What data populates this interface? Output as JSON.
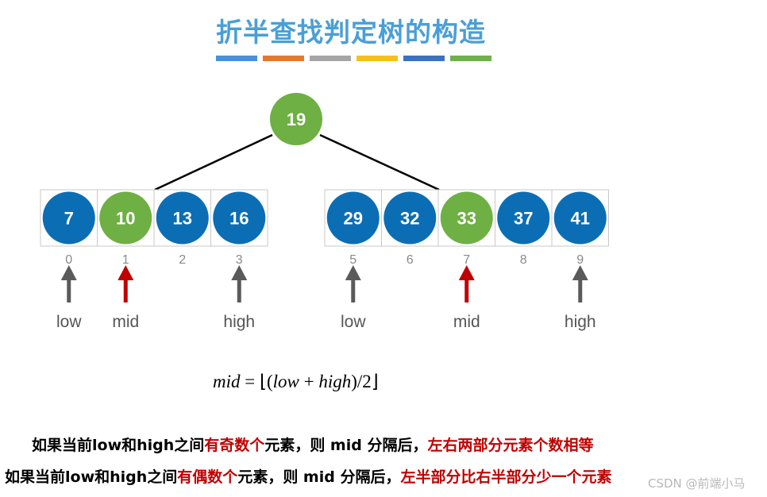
{
  "title": "折半查找判定树的构造",
  "color_bar": [
    "#4a90d9",
    "#e8772e",
    "#a5a5a5",
    "#f5c01a",
    "#3d6fc4",
    "#6fb04c"
  ],
  "colors": {
    "blue_node": "#0b6eb5",
    "green_node": "#6eb043",
    "red_arrow": "#c00000",
    "gray_arrow": "#5a5a5a"
  },
  "root": {
    "label": "19"
  },
  "left_array": {
    "values": [
      "7",
      "10",
      "13",
      "16"
    ],
    "indices": [
      "0",
      "1",
      "2",
      "3"
    ],
    "highlight": 1,
    "pointers": [
      {
        "label": "low",
        "at": 0,
        "color": "gray"
      },
      {
        "label": "mid",
        "at": 1,
        "color": "red"
      },
      {
        "label": "high",
        "at": 3,
        "color": "gray"
      }
    ]
  },
  "right_array": {
    "values": [
      "29",
      "32",
      "33",
      "37",
      "41"
    ],
    "indices": [
      "5",
      "6",
      "7",
      "8",
      "9"
    ],
    "highlight": 2,
    "pointers": [
      {
        "label": "low",
        "at": 0,
        "color": "gray"
      },
      {
        "label": "mid",
        "at": 2,
        "color": "red"
      },
      {
        "label": "high",
        "at": 4,
        "color": "gray"
      }
    ]
  },
  "formula": {
    "lhs": "mid",
    "eq": " = ⌊(",
    "low": "low",
    "plus": " + ",
    "high": "high",
    "tail": ")/2⌋"
  },
  "notes": {
    "line1": {
      "a": "如果当前low和high之间",
      "b": "有奇数个",
      "c": "元素，则 mid 分隔后，",
      "d": "左右两部分元素个数相等"
    },
    "line2": {
      "a": "如果当前low和high之间",
      "b": "有偶数个",
      "c": "元素，则 mid 分隔后，",
      "d": "左半部分比右半部分少一个元素"
    }
  },
  "watermark": "CSDN @前端小马"
}
